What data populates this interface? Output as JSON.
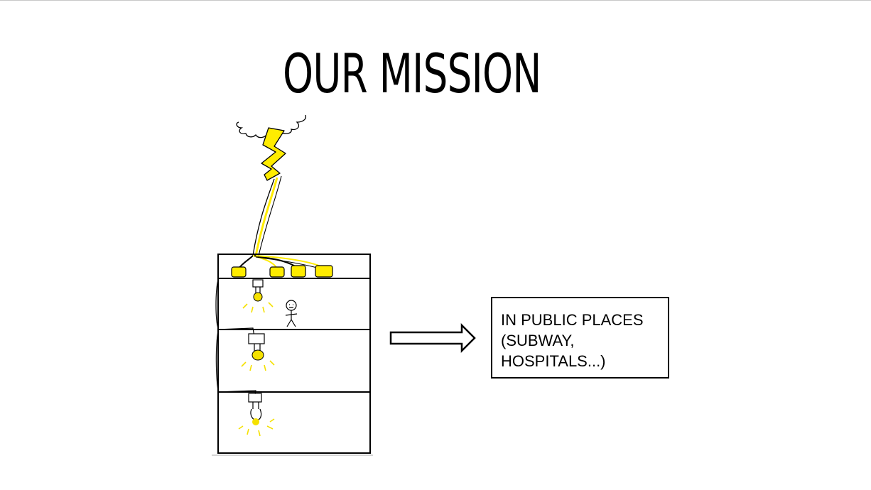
{
  "slide": {
    "title": "OUR MISSION",
    "callout": {
      "lines": [
        "IN PUBLIC PLACES",
        "(SUBWAY,",
        "HOSPITALS...)"
      ]
    }
  },
  "colors": {
    "lightning": "#ffec00",
    "bulb_glow": "#f5e100",
    "ink": "#000000",
    "background": "#ffffff"
  },
  "icons": {
    "storm_cloud": "cloud-icon",
    "bolt": "lightning-bolt-icon",
    "arrow": "right-arrow-icon"
  }
}
